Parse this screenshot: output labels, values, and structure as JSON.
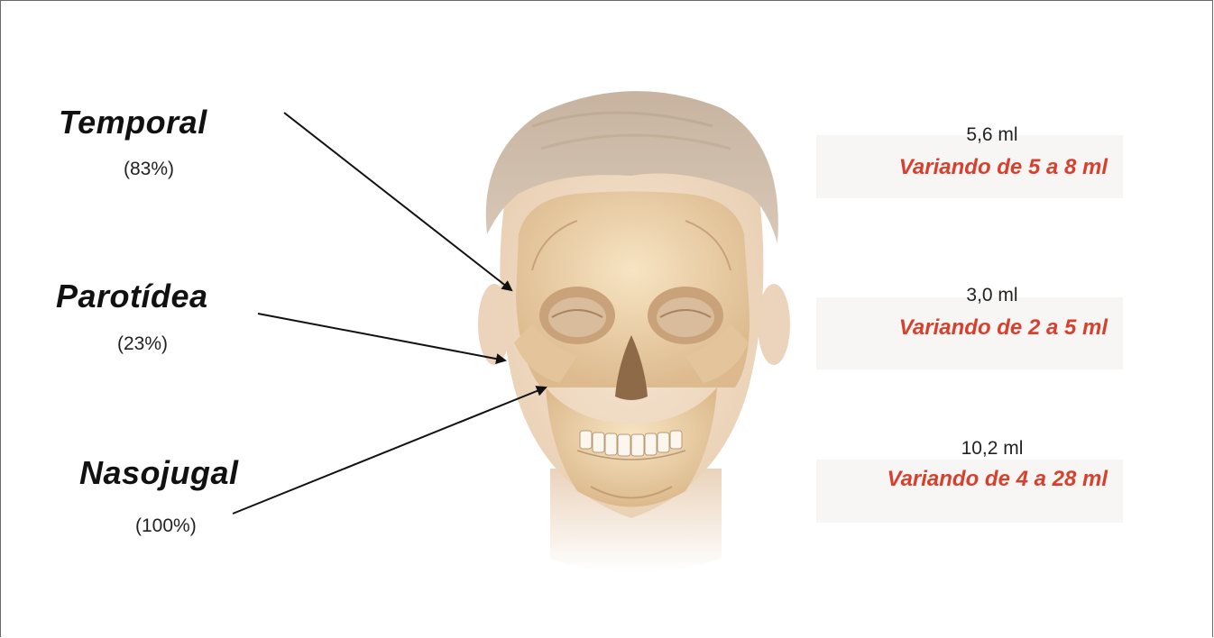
{
  "regions": [
    {
      "name": "Temporal",
      "percent": "(83%)",
      "volume": "5,6 ml",
      "range": "Variando de 5 a 8 ml"
    },
    {
      "name": "Parotídea",
      "percent": "(23%)",
      "volume": "3,0 ml",
      "range": "Variando de 2 a 5 ml"
    },
    {
      "name": "Nasojugal",
      "percent": "(100%)",
      "volume": "10,2 ml",
      "range": "Variando de 4 a 28 ml"
    }
  ],
  "colors": {
    "range_text": "#d8402e",
    "arrow": "#111111"
  },
  "illustration": {
    "subject": "head-with-skull-illustration"
  }
}
